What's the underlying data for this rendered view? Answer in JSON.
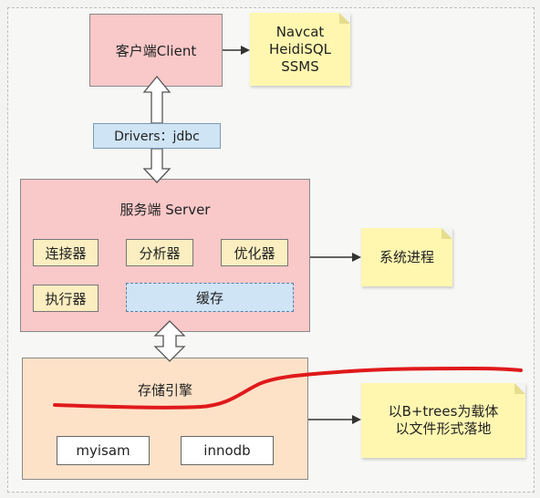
{
  "client": {
    "label": "客户端Client"
  },
  "tools_note": {
    "lines": [
      "Navcat",
      "HeidiSQL",
      "SSMS"
    ]
  },
  "drivers": {
    "label": "Drivers：jdbc"
  },
  "server": {
    "title": "服务端 Server",
    "components": {
      "connector": "连接器",
      "analyzer": "分析器",
      "optimizer": "优化器",
      "executor": "执行器",
      "cache": "缓存"
    }
  },
  "process_note": {
    "label": "系统进程"
  },
  "engine": {
    "title": "存储引擎",
    "engines": {
      "myisam": "myisam",
      "innodb": "innodb"
    }
  },
  "storage_note": {
    "lines": [
      "以B+trees为载体",
      "以文件形式落地"
    ]
  },
  "colors": {
    "client_fill": "#f9c8c8",
    "server_fill": "#f9c8c8",
    "engine_fill": "#fde2c8",
    "component_fill": "#fbeec0",
    "cache_fill": "#cfe4f5",
    "note_fill": "#fff7b0",
    "annotation_stroke": "#e0191b"
  }
}
